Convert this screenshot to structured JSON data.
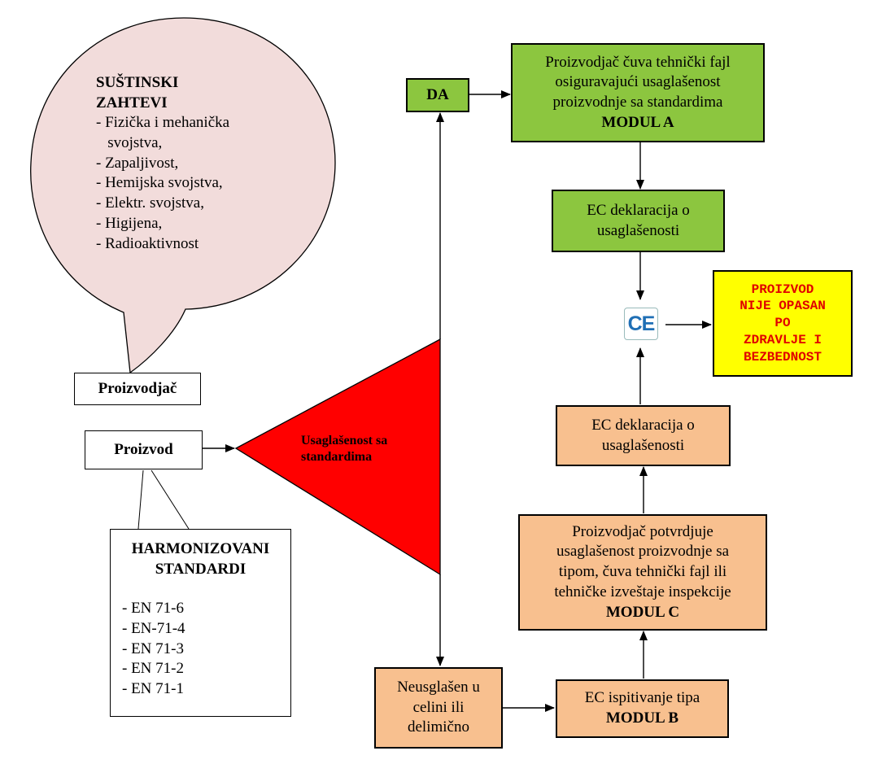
{
  "callout": {
    "title_line1": "SUŠTINSKI",
    "title_line2": "ZAHTEVI",
    "items": [
      "- Fizička i mehanička",
      "   svojstva,",
      "- Zapaljivost,",
      "- Hemijska svojstva,",
      "- Elektr. svojstva,",
      "- Higijena,",
      "- Radioaktivnost"
    ]
  },
  "manufacturer_label": "Proizvodjač",
  "product_label": "Proizvod",
  "harmonized": {
    "title_line1": "HARMONIZOVANI",
    "title_line2": "STANDARDI",
    "items": [
      "- EN 71-6",
      "- EN-71-4",
      "- EN 71-3",
      "- EN 71-2",
      "- EN 71-1"
    ]
  },
  "triangle": {
    "line1": "Usaglašenost sa",
    "line2": "standardima"
  },
  "yes_label": "DA",
  "module_a": {
    "line1": "Proizvodjač čuva tehnički fajl",
    "line2": "osiguravajući usaglašenost",
    "line3": "proizvodnje sa standardima",
    "module": "MODUL A"
  },
  "ec_declaration_top": {
    "line1": "EC deklaracija o",
    "line2": "usaglašenosti"
  },
  "ce_mark": "CE",
  "result": {
    "line1": "PROIZVOD",
    "line2": "NIJE OPASAN",
    "line3": "PO",
    "line4": "ZDRAVLJE I",
    "line5": "BEZBEDNOST"
  },
  "ec_declaration_bottom": {
    "line1": "EC deklaracija o",
    "line2": "usaglašenosti"
  },
  "module_c": {
    "line1": "Proizvodjač potvrdjuje",
    "line2": "usaglašenost proizvodnje sa",
    "line3": "tipom, čuva tehnički fajl ili",
    "line4": "tehničke izveštaje inspekcije",
    "module": "MODUL C"
  },
  "nonconform": {
    "line1": "Neusglašen u",
    "line2": "celini ili",
    "line3": "delimično"
  },
  "module_b": {
    "line1": "EC ispitivanje tipa",
    "module": "MODUL B"
  },
  "colors": {
    "green": "#8cc63f",
    "peach": "#f8c08f",
    "red_triangle": "#ff0000",
    "yellow": "#ffff00",
    "result_text": "#e00000",
    "callout_fill": "#f2dcdb",
    "ce_blue": "#1f6fb5"
  }
}
